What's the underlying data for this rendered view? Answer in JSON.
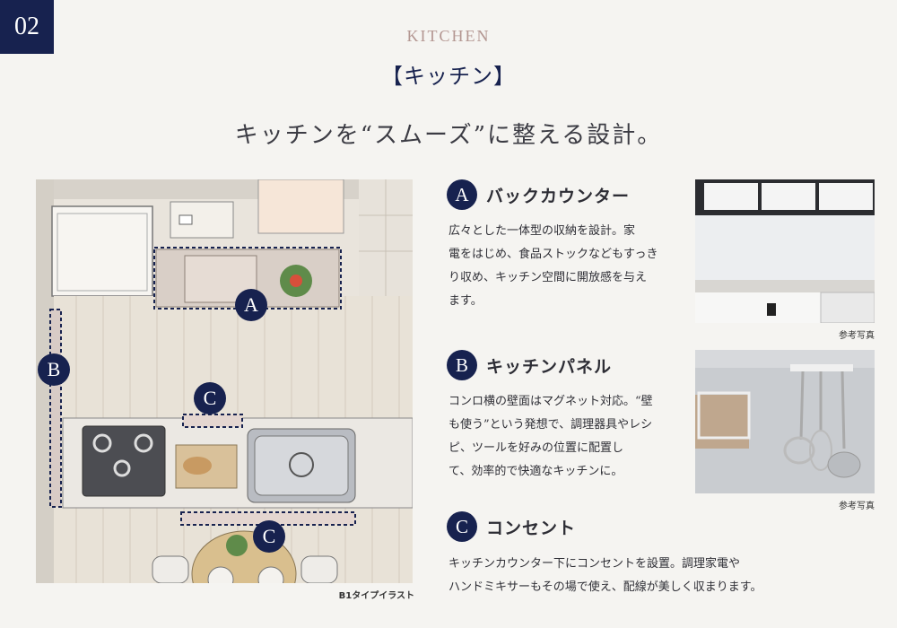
{
  "page_number": "02",
  "eyebrow": "KITCHEN",
  "title": "【キッチン】",
  "tagline": "キッチンを“スムーズ”に整える設計。",
  "illustration": {
    "caption": "B1タイプイラスト",
    "markers": [
      "A",
      "B",
      "C",
      "C"
    ]
  },
  "features": [
    {
      "badge": "A",
      "title": "バックカウンター",
      "body_lines": [
        "広々とした一体型の収納を設計。家",
        "電をはじめ、食品ストックなどもすっき",
        "り収め、キッチン空間に開放感を与え",
        "ます。"
      ],
      "photo_caption": "参考写真"
    },
    {
      "badge": "B",
      "title": "キッチンパネル",
      "body_lines": [
        "コンロ横の壁面はマグネット対応。“壁",
        "も使う”という発想で、調理器具やレシ",
        "ピ、ツールを好みの位置に配置し",
        "て、効率的で快適なキッチンに。"
      ],
      "photo_caption": "参考写真"
    },
    {
      "badge": "C",
      "title": "コンセント",
      "body_lines": [
        "キッチンカウンター下にコンセントを設置。調理家電や",
        "ハンドミキサーもその場で使え、配線が美しく収まります。"
      ]
    }
  ],
  "colors": {
    "navy": "#17224f",
    "accent": "#b39691",
    "background": "#f5f4f1"
  }
}
